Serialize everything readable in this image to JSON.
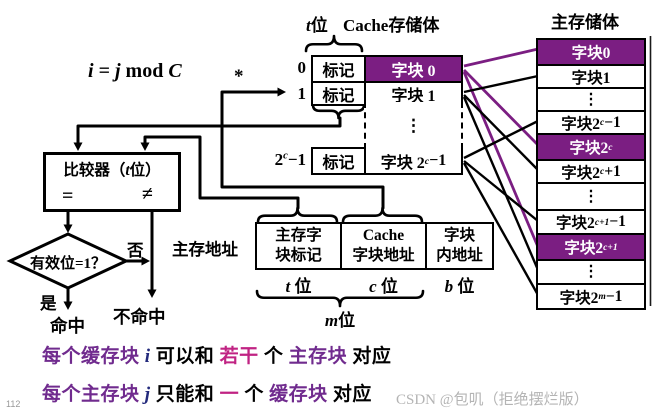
{
  "formula_parts": [
    [
      "i",
      "i"
    ],
    [
      "t",
      " = "
    ],
    [
      "i",
      "j"
    ],
    [
      "t",
      " mod "
    ],
    [
      "i",
      "C"
    ]
  ],
  "star": "*",
  "cache": {
    "bits_parts": [
      [
        "i",
        "t"
      ],
      [
        "t",
        "位"
      ]
    ],
    "title": "Cache存储体",
    "tag_label": "标记",
    "dots": "⋮",
    "rows": [
      {
        "index_parts": [
          [
            "t",
            "0"
          ]
        ],
        "block_parts": [
          [
            "t",
            "字块 0"
          ]
        ],
        "highlight": true
      },
      {
        "index_parts": [
          [
            "t",
            "1"
          ]
        ],
        "block_parts": [
          [
            "t",
            "字块 1"
          ]
        ],
        "highlight": false
      },
      {
        "index_parts": [
          [
            "t",
            "2"
          ],
          [
            "s",
            "c"
          ],
          [
            "t",
            "−1"
          ]
        ],
        "block_parts": [
          [
            "t",
            "字块 2"
          ],
          [
            "s",
            "c"
          ],
          [
            "t",
            "−1"
          ]
        ],
        "highlight": false
      }
    ]
  },
  "main_memory": {
    "title": "主存储体",
    "dots": "⋮",
    "rows": [
      {
        "parts": [
          [
            "t",
            "字块0"
          ]
        ],
        "highlight": true
      },
      {
        "parts": [
          [
            "t",
            "字块1"
          ]
        ]
      },
      {
        "dots": true
      },
      {
        "parts": [
          [
            "t",
            "字块2"
          ],
          [
            "s",
            "c"
          ],
          [
            "t",
            "−1"
          ]
        ]
      },
      {
        "parts": [
          [
            "t",
            "字块2"
          ],
          [
            "s",
            "c"
          ]
        ],
        "highlight": true
      },
      {
        "parts": [
          [
            "t",
            "字块2"
          ],
          [
            "s",
            "c"
          ],
          [
            "t",
            "+1"
          ]
        ]
      },
      {
        "dots": true
      },
      {
        "parts": [
          [
            "t",
            "字块2"
          ],
          [
            "s",
            "c+1"
          ],
          [
            "t",
            "−1"
          ]
        ]
      },
      {
        "parts": [
          [
            "t",
            "字块2"
          ],
          [
            "s",
            "c+1"
          ]
        ],
        "highlight": true
      },
      {
        "dots": true
      },
      {
        "parts": [
          [
            "t",
            "字块2"
          ],
          [
            "s",
            "m"
          ],
          [
            "t",
            "−1"
          ]
        ]
      }
    ]
  },
  "comparator": {
    "label_parts": [
      [
        "t",
        "比较器（"
      ],
      [
        "i",
        "t"
      ],
      [
        "t",
        "位）"
      ]
    ],
    "equal": "=",
    "not_equal": "≠"
  },
  "decision": {
    "label": "有效位=1？",
    "yes": "是",
    "no": "否",
    "hit": "命中",
    "miss": "不命中"
  },
  "address": {
    "label": "主存地址",
    "fields": [
      {
        "line1": "主存字",
        "line2": "块标记",
        "bits_parts": [
          [
            "i",
            "t"
          ],
          [
            "t",
            " 位"
          ]
        ]
      },
      {
        "line1": "Cache",
        "line2": "字块地址",
        "bits_parts": [
          [
            "i",
            "c"
          ],
          [
            "t",
            " 位"
          ]
        ]
      },
      {
        "line1": "字块",
        "line2": "内地址",
        "bits_parts": [
          [
            "i",
            "b"
          ],
          [
            "t",
            " 位"
          ]
        ]
      }
    ],
    "total_bits_parts": [
      [
        "i",
        "m"
      ],
      [
        "t",
        "位"
      ]
    ]
  },
  "notes": [
    {
      "parts": [
        [
          "p",
          "每个缓存块 "
        ],
        [
          "n",
          "i"
        ],
        [
          "k",
          " 可以和 "
        ],
        [
          "m",
          "若干"
        ],
        [
          "k",
          " 个 "
        ],
        [
          "p",
          "主存块"
        ],
        [
          "k",
          " 对应"
        ]
      ]
    },
    {
      "parts": [
        [
          "p",
          "每个主存块 "
        ],
        [
          "n",
          "j"
        ],
        [
          "k",
          " 只能和 "
        ],
        [
          "m",
          "一"
        ],
        [
          "k",
          " 个 "
        ],
        [
          "p",
          "缓存块"
        ],
        [
          "k",
          " 对应"
        ]
      ]
    }
  ],
  "watermark": "CSDN @包叽（拒绝摆烂版）",
  "page_number": "112",
  "colors": {
    "highlight": "#7B1E82",
    "purple": "#702B8E",
    "navy": "#232A7C",
    "magenta": "#C02383",
    "line_black": "#000000",
    "watermark_gray": "#B4B4B4"
  }
}
